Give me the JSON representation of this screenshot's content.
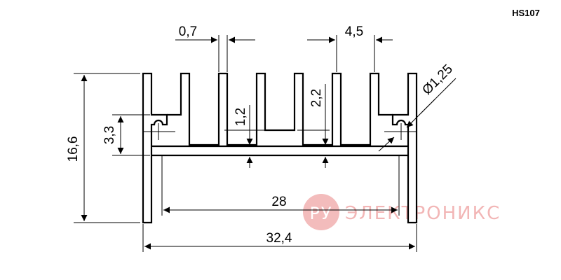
{
  "part_code": "HS107",
  "dimensions": {
    "fin_thickness": "0,7",
    "fin_pitch": "4,5",
    "hole_diameter": "Ø1,25",
    "height": "16,6",
    "hole_height": "3,3",
    "base_thickness_center": "1,2",
    "base_thickness_side": "2,2",
    "inner_width": "28",
    "overall_width": "32,4"
  },
  "watermark": {
    "brand_short": "РУ",
    "brand_long": "ЭЛЕКТРОНИКС",
    "color": "#f2b6b6"
  }
}
